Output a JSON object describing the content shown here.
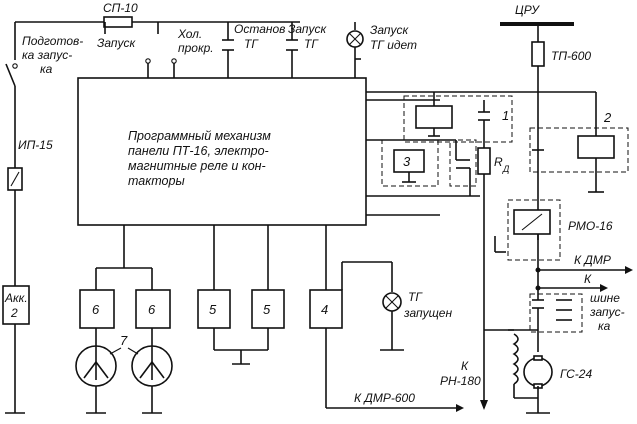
{
  "labels": {
    "sp10": "СП-10",
    "prep_line1": "Подготов-",
    "prep_line2": "ка запус-",
    "prep_line3": "ка",
    "start": "Запуск",
    "cold_line1": "Хол.",
    "cold_line2": "прокр.",
    "stop_line1": "Останов",
    "stop_line2": "ТГ",
    "start_tg_line1": "Запуск",
    "start_tg_line2": "ТГ",
    "start_running_line1": "Запуск",
    "start_running_line2": "ТГ идет",
    "cru": "ЦРУ",
    "tp600": "ТП-600",
    "ip15": "ИП-15",
    "block_line1": "Программный механизм",
    "block_line2": "панели ПТ-16, электро-",
    "block_line3": "магнитные реле и кон-",
    "block_line4": "такторы",
    "ref1": "1",
    "ref2": "2",
    "ref3": "3",
    "rd_main": "R",
    "rd_sub": "Д",
    "rmo16": "РМО-16",
    "to_dmr": "К ДМР",
    "k_bus_line1": "К",
    "k_bus_line2": "шине",
    "k_bus_line3": "запус-",
    "k_bus_line4": "ка",
    "akk_line1": "Акк.",
    "akk_line2": "2",
    "box6a": "6",
    "box6b": "6",
    "box5a": "5",
    "box5b": "5",
    "box4": "4",
    "ref7": "7",
    "tg_started_line1": "ТГ",
    "tg_started_line2": "запущен",
    "to_rn_line1": "К",
    "to_rn_line2": "РН-180",
    "gs24": "ГС-24",
    "to_dmr600": "К ДМР-600"
  }
}
